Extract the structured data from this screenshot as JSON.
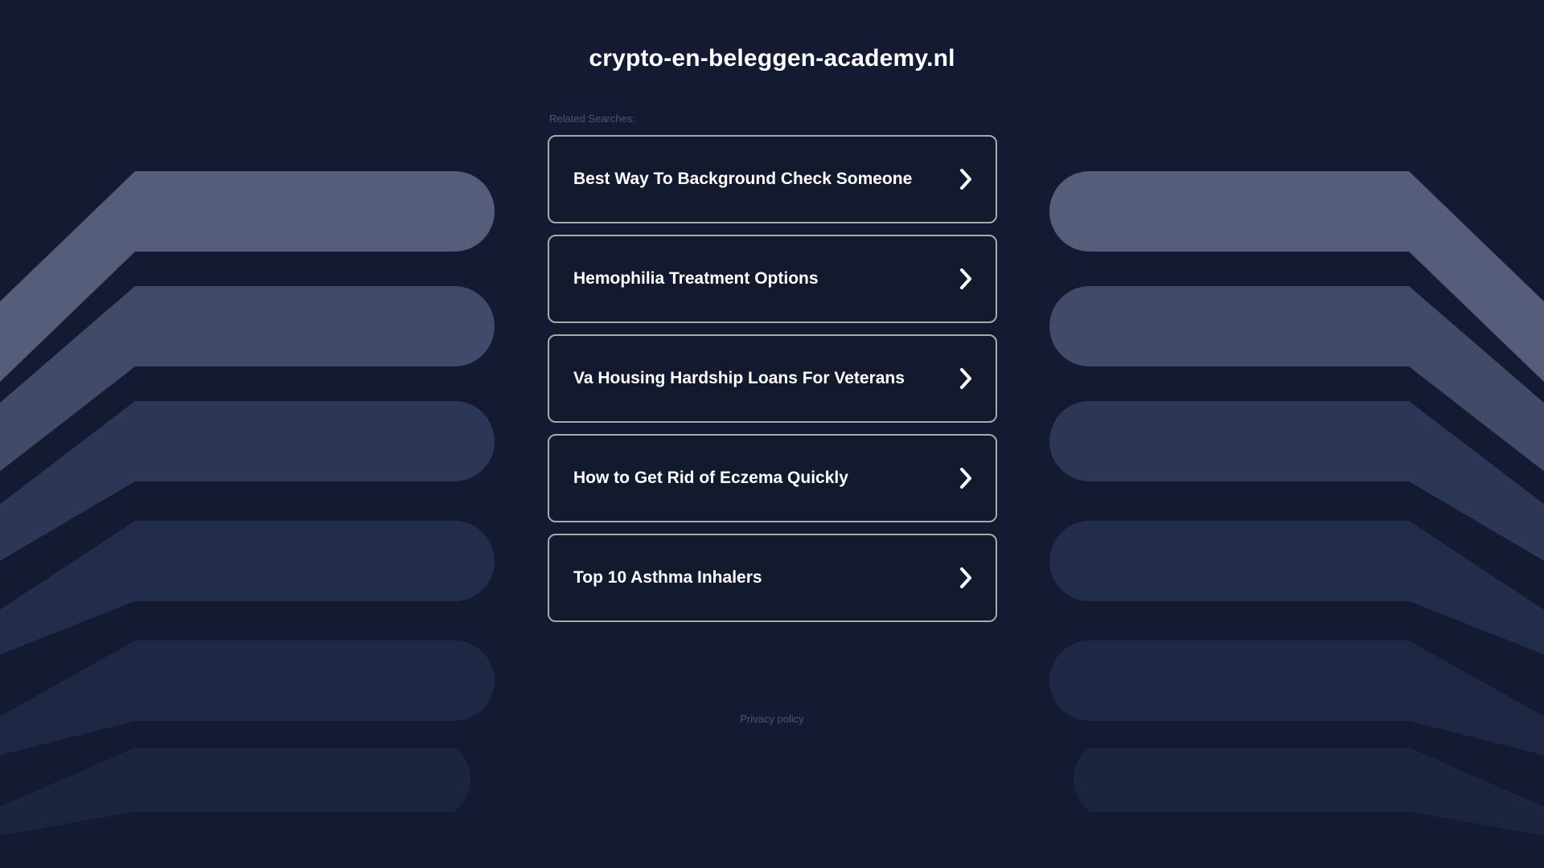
{
  "page": {
    "title": "crypto-en-beleggen-academy.nl",
    "background_color": "#141a31",
    "card_border_color": "#a9a9a9",
    "card_background_color": "#141a2e",
    "muted_text_color": "#4d5578",
    "title_color": "#ffffff"
  },
  "related": {
    "label": "Related Searches:",
    "items": [
      {
        "title": "Best Way To Background Check Someone",
        "icon": "chevron-right-icon"
      },
      {
        "title": "Hemophilia Treatment Options",
        "icon": "chevron-right-icon"
      },
      {
        "title": "Va Housing Hardship Loans For Veterans",
        "icon": "chevron-right-icon"
      },
      {
        "title": "How to Get Rid of Eczema Quickly",
        "icon": "chevron-right-icon"
      },
      {
        "title": "Top 10 Asthma Inhalers",
        "icon": "chevron-right-icon"
      }
    ]
  },
  "footer": {
    "privacy_label": "Privacy policy"
  },
  "decoration": {
    "name": "converging-bars-fan",
    "bar_colors": [
      "#555d7a",
      "#414a68",
      "#2c3655",
      "#222c4b",
      "#1e2844",
      "#1b2540"
    ]
  }
}
